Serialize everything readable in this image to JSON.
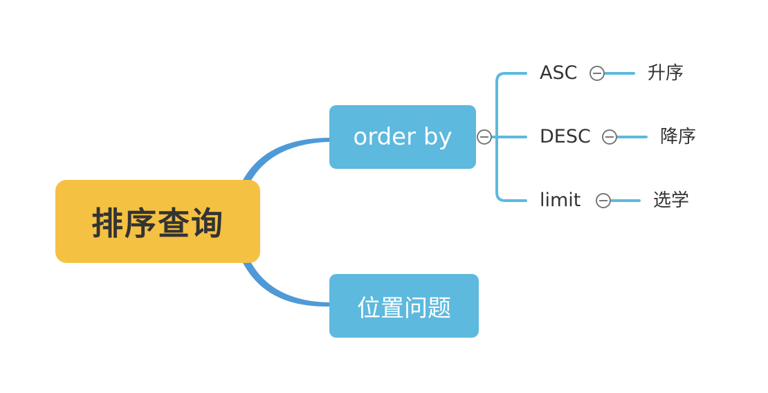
{
  "mindmap": {
    "root": {
      "label": "排序查询"
    },
    "branches": [
      {
        "label": "order by",
        "children": [
          {
            "label": "ASC",
            "child": "升序"
          },
          {
            "label": "DESC",
            "child": "降序"
          },
          {
            "label": "limit",
            "child": "选学"
          }
        ]
      },
      {
        "label": "位置问题",
        "children": []
      }
    ]
  },
  "colors": {
    "root_fill": "#F4C142",
    "main_fill": "#5DB9DD",
    "main_connector": "#4F9AD6",
    "sub_connector": "#5DB9DD",
    "text_dark": "#333333"
  }
}
